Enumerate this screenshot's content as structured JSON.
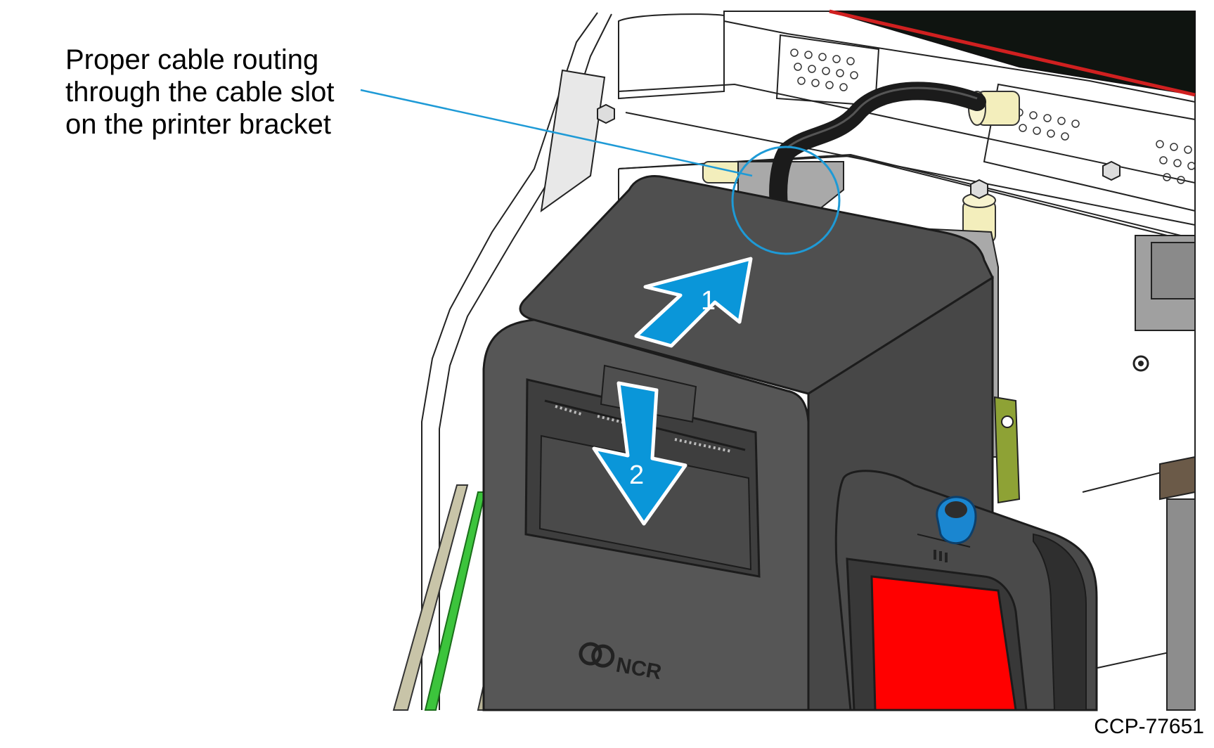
{
  "callout": {
    "lines": [
      "Proper cable routing",
      "through the cable slot",
      "on the printer bracket"
    ]
  },
  "steps": {
    "step1": "1",
    "step2": "2"
  },
  "brand": "NCR",
  "figure_id": "CCP-77651",
  "colors": {
    "printer_body": "#565656",
    "printer_dark": "#3e3e3e",
    "arrow_blue": "#0a96d9",
    "callout_line": "#1e9ad6",
    "scanner_red": "#ff0000",
    "cable": "#1b1b1b",
    "bracket_gray": "#a9a9a9",
    "spacer_yellow": "#f3eebc",
    "olive_bracket": "#8ea235",
    "green_wire": "#3cc43c",
    "blue_knob": "#1a86d0"
  },
  "icons": [
    "arrow-step-1-icon",
    "arrow-step-2-icon",
    "ncr-logo-icon",
    "callout-circle-icon"
  ]
}
